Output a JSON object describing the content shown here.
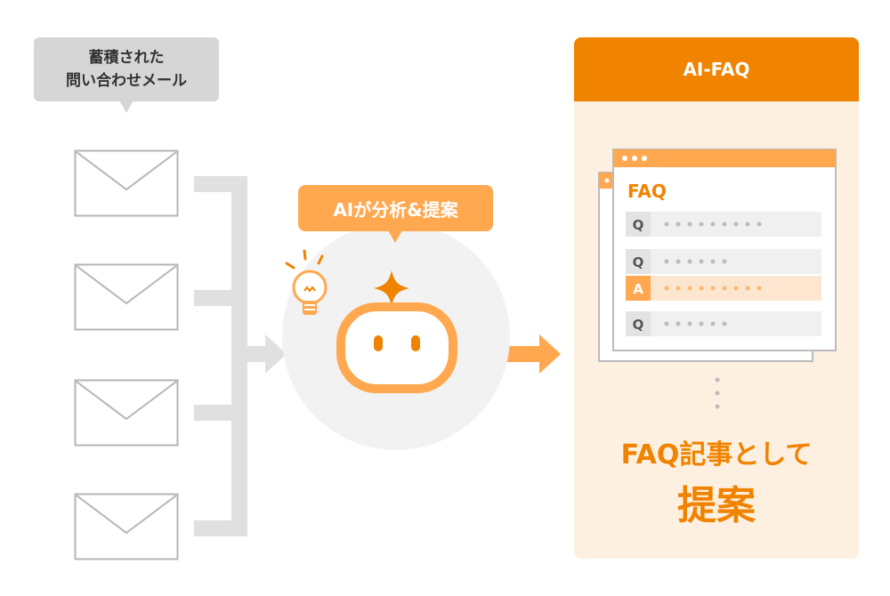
{
  "email_bubble": {
    "line1": "蓄積された",
    "line2": "問い合わせメール"
  },
  "ai_bubble": {
    "label": "AIが分析&提案"
  },
  "faq_panel": {
    "header": "AI-FAQ",
    "window_title": "FAQ",
    "rows": [
      {
        "label": "Q"
      },
      {
        "label": "Q"
      },
      {
        "label": "A"
      },
      {
        "label": "Q"
      }
    ],
    "caption_line1": "FAQ記事として",
    "caption_line2": "提案"
  },
  "colors": {
    "brand_orange": "#f08300",
    "light_orange": "#ffa84f",
    "panel_bg": "#fdf0e0",
    "connector_gray": "#e0e0e0",
    "bubble_gray": "#d6d6d6"
  },
  "icons": [
    "envelope-icon",
    "lightbulb-icon",
    "robot-icon",
    "sparkle-icon",
    "arrow-right-icon"
  ]
}
